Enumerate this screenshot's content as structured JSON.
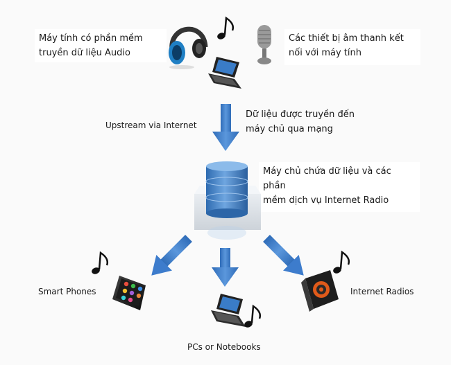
{
  "captions": {
    "source_computer": [
      "Máy tính có phần mềm",
      "truyền dữ liệu Audio"
    ],
    "audio_devices": [
      "Các thiết bị âm thanh kết",
      "nối với máy tính"
    ],
    "upstream": "Upstream via Internet",
    "transfer": [
      "Dữ liệu được truyền đến",
      "máy chủ qua mạng"
    ],
    "server": [
      "Máy chủ chứa dữ liệu và các phần",
      "mềm dịch vụ Internet Radio"
    ],
    "smart_phones": "Smart Phones",
    "pcs": "PCs or Notebooks",
    "radios": "Internet Radios"
  },
  "colors": {
    "arrow": "#3d7ccc",
    "server": "#4a86c8",
    "speaker": "#e05a1a"
  }
}
